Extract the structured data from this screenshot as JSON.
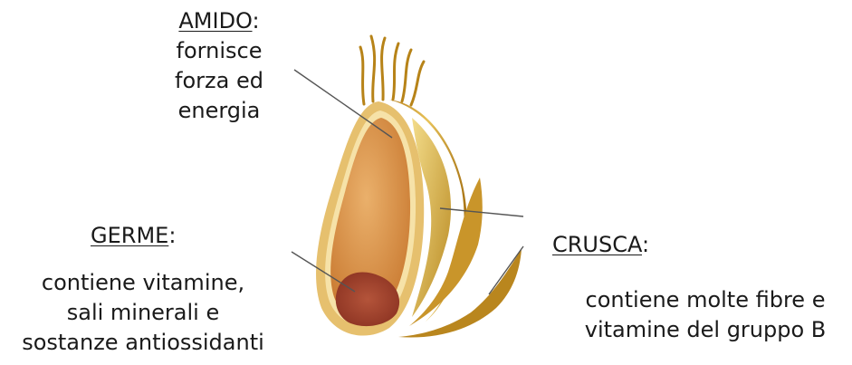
{
  "labels": {
    "amido": {
      "title": "AMIDO",
      "suffix": ":",
      "lines": [
        "fornisce",
        "forza ed",
        "energia"
      ]
    },
    "germe": {
      "title": "GERME",
      "suffix": ":",
      "lines": [
        "contiene vitamine,",
        "sali minerali e",
        "sostanze antiossidanti"
      ]
    },
    "crusca": {
      "title": "CRUSCA",
      "suffix": ":",
      "lines": [
        "contiene molte fibre e",
        "vitamine del gruppo B"
      ]
    }
  },
  "colors": {
    "amido": "#d9954a",
    "germe": "#a8412c",
    "crusca": "#c99a2e",
    "pointer": "#555555"
  }
}
